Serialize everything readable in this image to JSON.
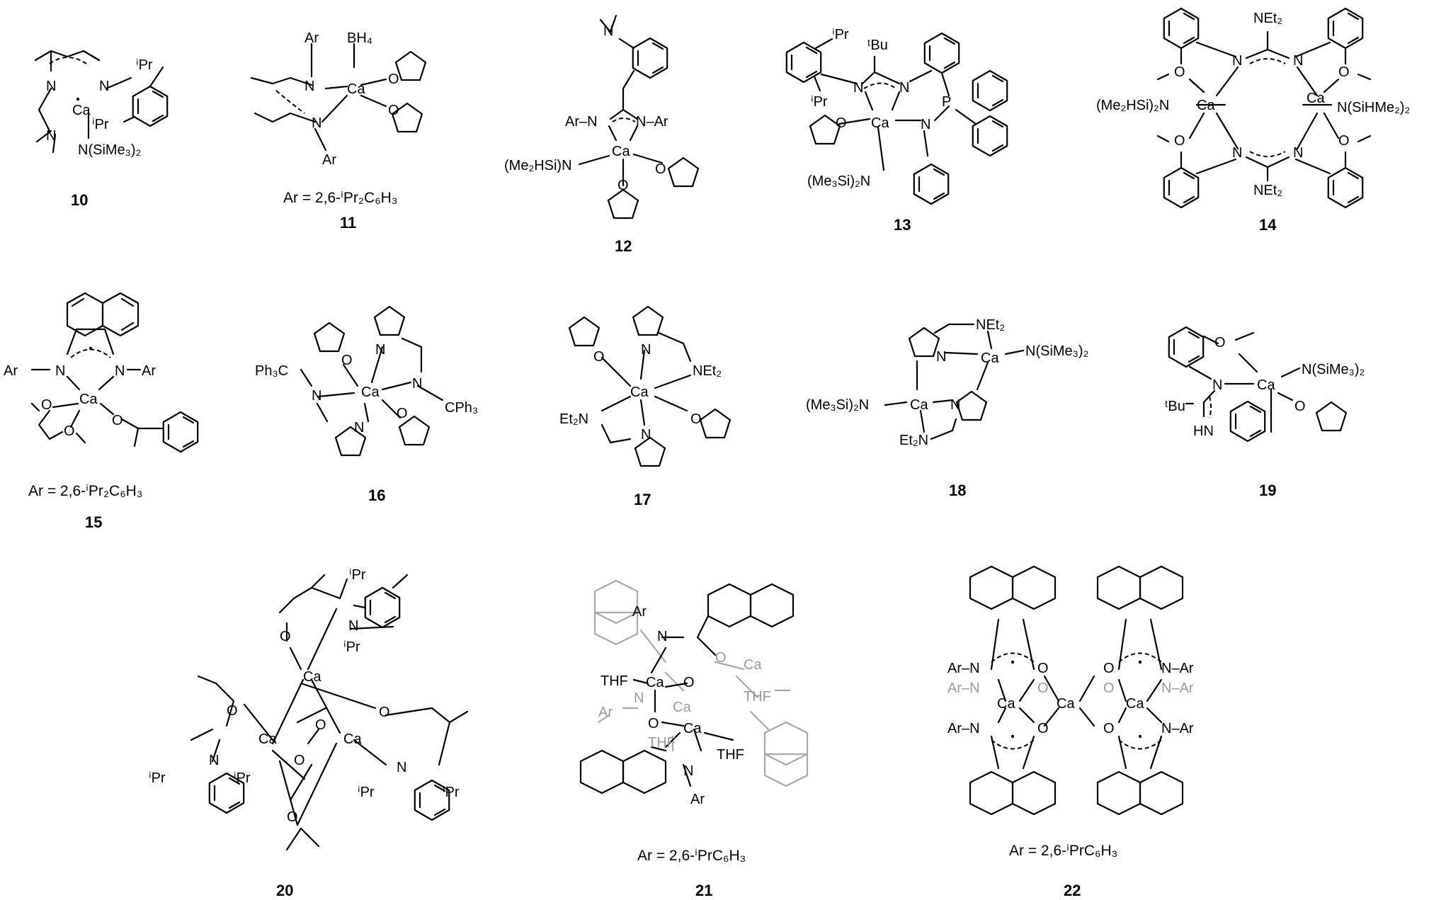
{
  "compounds": [
    {
      "id": "10",
      "labels": [
        "N",
        "N",
        "Ca",
        "N",
        "N(SiMe₃)₂",
        "ⁱPr",
        "ⁱPr"
      ],
      "footnote": ""
    },
    {
      "id": "11",
      "labels": [
        "Ar",
        "BH₄",
        "N",
        "Ca",
        "N",
        "Ar",
        "O",
        "O"
      ],
      "footnote": "Ar = 2,6-ⁱPr₂C₆H₃"
    },
    {
      "id": "12",
      "labels": [
        "N",
        "Ar–N",
        "N–Ar",
        "Ca",
        "(Me₂HSi)N",
        "O",
        "O"
      ],
      "footnote": ""
    },
    {
      "id": "13",
      "labels": [
        "ⁱPr",
        "ᵗBu",
        "ⁱPr",
        "N",
        "N",
        "O",
        "Ca",
        "N",
        "P",
        "(Me₃Si)₂N"
      ],
      "footnote": ""
    },
    {
      "id": "14",
      "labels": [
        "NEt₂",
        "N",
        "N",
        "O",
        "O",
        "(Me₂HSi)₂N",
        "Ca",
        "Ca",
        "N(SiHMe₂)₂",
        "O",
        "O",
        "N",
        "N",
        "NEt₂"
      ],
      "footnote": ""
    },
    {
      "id": "15",
      "labels": [
        "Ar",
        "N",
        "N",
        "Ar",
        "Ca",
        "O",
        "O",
        "O"
      ],
      "footnote": "Ar = 2,6-ⁱPr₂C₆H₃"
    },
    {
      "id": "16",
      "labels": [
        "Ph₃C",
        "N",
        "O",
        "N",
        "Ca",
        "N",
        "CPh₃",
        "N",
        "O"
      ],
      "footnote": ""
    },
    {
      "id": "17",
      "labels": [
        "O",
        "N",
        "NEt₂",
        "Ca",
        "Et₂N",
        "O",
        "N"
      ],
      "footnote": ""
    },
    {
      "id": "18",
      "labels": [
        "NEt₂",
        "N",
        "Ca",
        "N(SiMe₃)₂",
        "(Me₃Si)₂N",
        "Ca",
        "N",
        "Et₂N"
      ],
      "footnote": ""
    },
    {
      "id": "19",
      "labels": [
        "O",
        "N",
        "Ca",
        "N(SiMe₃)₂",
        "ᵗBu",
        "HN",
        "O"
      ],
      "footnote": ""
    },
    {
      "id": "20",
      "labels": [
        "ⁱPr",
        "N",
        "O",
        "ⁱPr",
        "Ca",
        "O",
        "O",
        "O",
        "Ca",
        "Ca",
        "N",
        "N",
        "O",
        "O",
        "ⁱPr",
        "ⁱPr",
        "ⁱPr",
        "ⁱPr"
      ],
      "footnote": ""
    },
    {
      "id": "21",
      "labels": [
        "Ar",
        "N",
        "O",
        "Ca",
        "THF",
        "Ca",
        "O",
        "Ca",
        "N",
        "Ar",
        "THF",
        "O",
        "Ca",
        "THF",
        "THF",
        "N",
        "Ar"
      ],
      "footnote": "Ar = 2,6-ⁱPrC₆H₃"
    },
    {
      "id": "22",
      "labels": [
        "Ar–N",
        "O",
        "O",
        "N–Ar",
        "Ar–N",
        "O",
        "O",
        "N–Ar",
        "Ca",
        "Ca",
        "Ca",
        "Ar–N",
        "O",
        "O",
        "N–Ar"
      ],
      "footnote": "Ar = 2,6-ⁱPrC₆H₃"
    }
  ]
}
